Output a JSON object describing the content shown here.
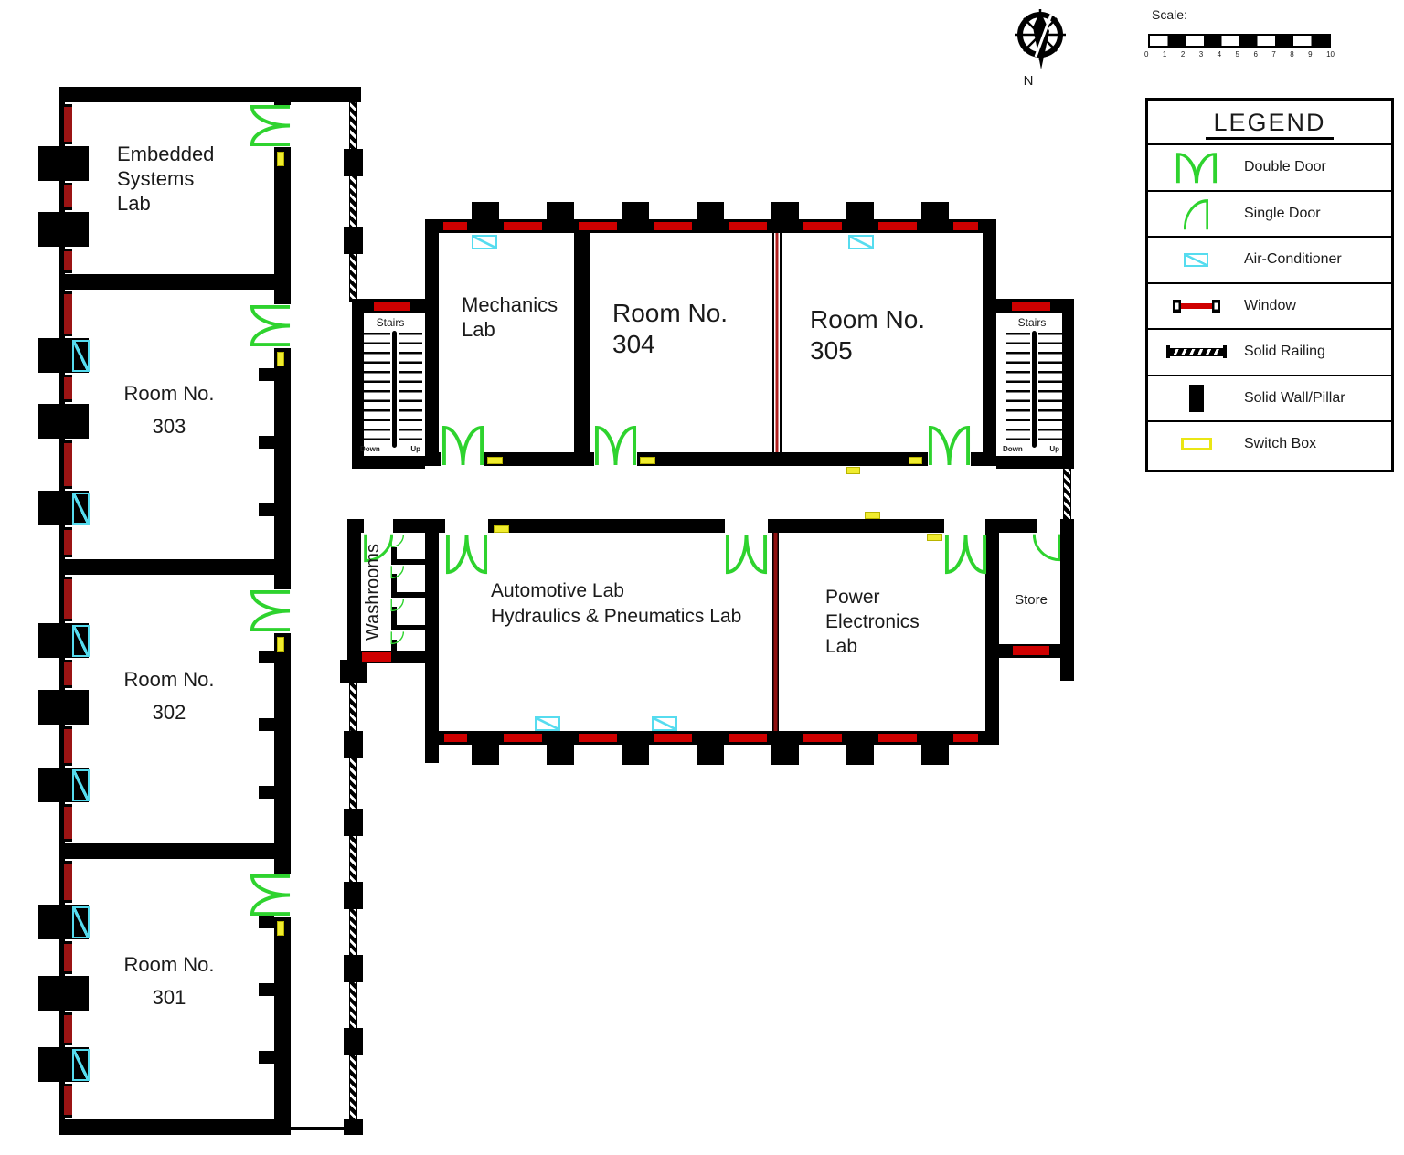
{
  "compass": {
    "north_label": "N"
  },
  "scale_bar": {
    "label": "Scale:",
    "ticks": [
      "0",
      "1",
      "2",
      "3",
      "4",
      "5",
      "6",
      "7",
      "8",
      "9",
      "10"
    ]
  },
  "legend": {
    "title": "LEGEND",
    "items": [
      {
        "icon": "double-door-icon",
        "label": "Double Door"
      },
      {
        "icon": "single-door-icon",
        "label": "Single Door"
      },
      {
        "icon": "air-conditioner-icon",
        "label": "Air-Conditioner"
      },
      {
        "icon": "window-icon",
        "label": "Window"
      },
      {
        "icon": "solid-railing-icon",
        "label": "Solid Railing"
      },
      {
        "icon": "solid-wall-icon",
        "label": "Solid Wall/Pillar"
      },
      {
        "icon": "switch-box-icon",
        "label": "Switch Box"
      }
    ]
  },
  "rooms": {
    "embedded_systems_lab": "Embedded\nSystems\nLab",
    "room_303": "Room No.\n303",
    "room_302": "Room No.\n302",
    "room_301": "Room No.\n301",
    "mechanics_lab": "Mechanics\nLab",
    "room_304": "Room No.\n304",
    "room_305": "Room No.\n305",
    "automotive_lab": "Automotive Lab\nHydraulics & Pneumatics Lab",
    "power_electronics_lab": "Power\nElectronics\nLab",
    "store": "Store",
    "washrooms": "Washrooms"
  },
  "stairs": {
    "title": "Stairs",
    "down_label": "Down",
    "up_label": "Up"
  },
  "colors": {
    "wall_black": "#000000",
    "door_green": "#2ed32e",
    "window_red": "#cf0000",
    "ac_cyan": "#56dcef",
    "switch_yellow": "#f0ec2e"
  }
}
